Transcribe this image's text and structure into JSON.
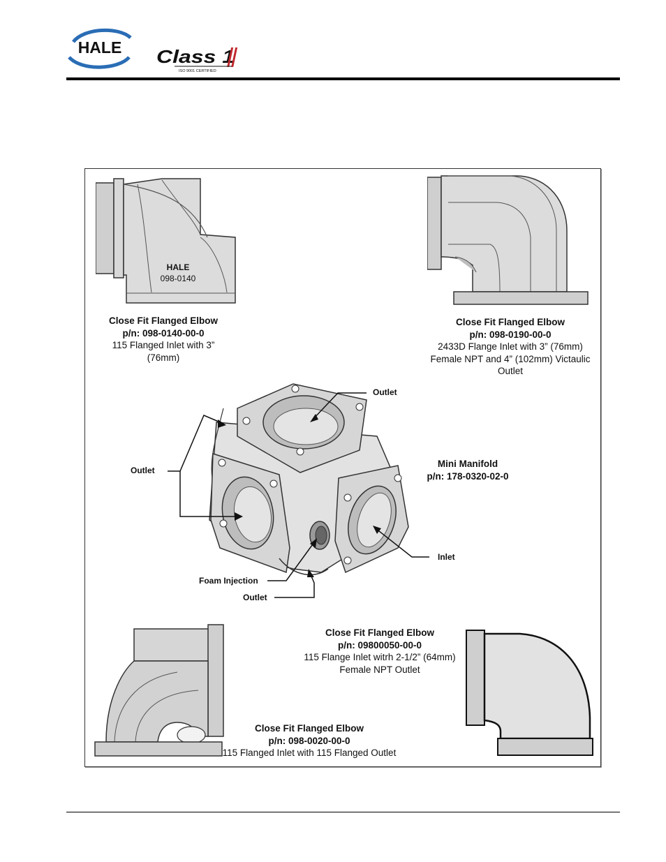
{
  "header": {
    "hale_logo_text": "HALE",
    "class1_logo_text": "Class 1",
    "class1_tagline": "ISO 9001 CERTIFIED"
  },
  "figures": {
    "elbow_top_left": {
      "cast_mark_line1": "HALE",
      "cast_mark_line2": "098-0140",
      "title": "Close Fit Flanged Elbow",
      "part_number": "p/n: 098-0140-00-0",
      "description": "115 Flanged Inlet with 3”\n(76mm)"
    },
    "elbow_top_right": {
      "title": "Close Fit Flanged Elbow",
      "part_number": "p/n: 098-0190-00-0",
      "description": "2433D Flange Inlet with 3” (76mm)\nFemale NPT and 4” (102mm) Victaulic\nOutlet"
    },
    "mini_manifold": {
      "title": "Mini Manifold",
      "part_number": "p/n: 178-0320-02-0",
      "callouts": {
        "outlet_top": "Outlet",
        "outlet_left": "Outlet",
        "inlet": "Inlet",
        "foam_injection": "Foam Injection",
        "outlet_bottom": "Outlet"
      }
    },
    "elbow_bottom_right": {
      "title": "Close Fit Flanged Elbow",
      "part_number": "p/n: 09800050-00-0",
      "description": "115 Flange Inlet witrh 2-1/2” (64mm)\nFemale NPT Outlet"
    },
    "elbow_bottom_left": {
      "title": "Close Fit Flanged Elbow",
      "part_number": "p/n: 098-0020-00-0",
      "description": "115 Flanged Inlet with 115 Flanged Outlet"
    }
  },
  "colors": {
    "part_fill": "#dcdcdc",
    "part_shade": "#bdbdbd",
    "outline": "#333333",
    "hale_blue": "#2a6db5",
    "class1_red": "#c0282d"
  }
}
